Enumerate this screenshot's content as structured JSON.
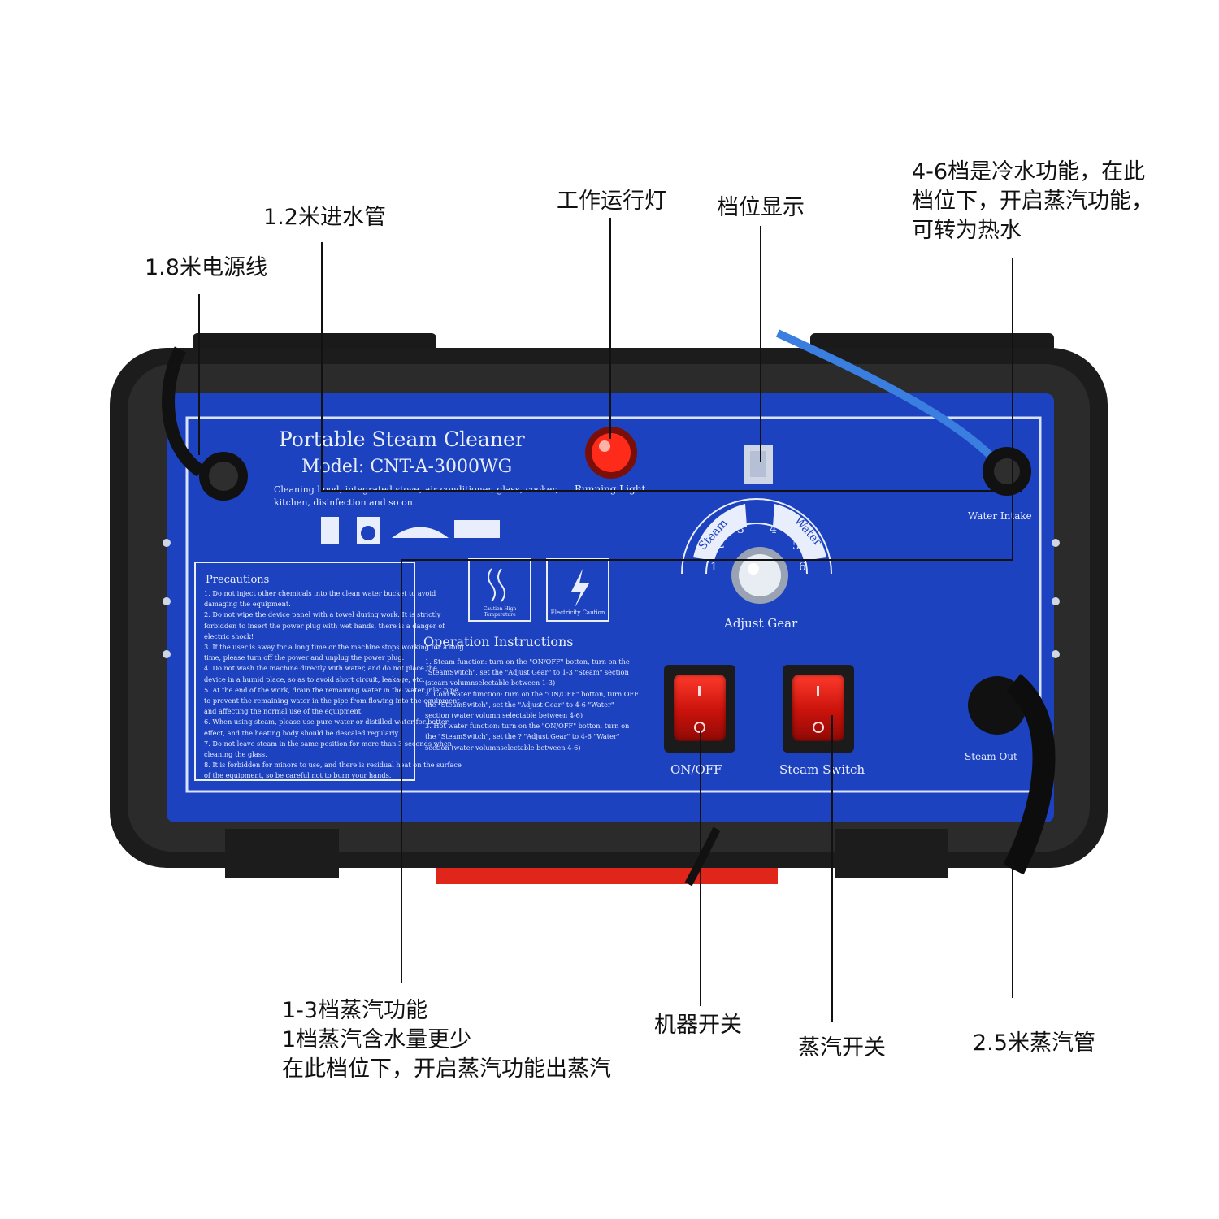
{
  "callouts": {
    "power_cord": "1.8米电源线",
    "water_pipe": "1.2米进水管",
    "running_light": "工作运行灯",
    "gear_display": "档位显示",
    "water_gear_note": [
      "4-6档是冷水功能，在此",
      "档位下，开启蒸汽功能，",
      "可转为热水"
    ],
    "steam_gear_note": [
      "1-3档蒸汽功能",
      "1档蒸汽含水量更少",
      "在此档位下，开启蒸汽功能出蒸汽"
    ],
    "machine_switch": "机器开关",
    "steam_switch": "蒸汽开关",
    "steam_hose": "2.5米蒸汽管"
  },
  "panel": {
    "title": "Portable Steam Cleaner",
    "model": "Model: CNT-A-3000WG",
    "description": [
      "Cleaning hood, integrated stove, air conditioner, glass, cooker,",
      "kitchen, disinfection and so on."
    ],
    "running_light_label": "Running Light",
    "water_intake_label": "Water Intake",
    "gear_dial": {
      "steam_label": "Steam",
      "water_label": "Water",
      "numbers": [
        "1",
        "2",
        "3",
        "4",
        "5",
        "6"
      ],
      "label": "Adjust Gear"
    },
    "caution_high_temp": "Caution High Temperature",
    "electricity_caution": "Electricity Caution",
    "precautions_title": "Precautions",
    "precautions": [
      "1. Do not inject other chemicals into the clean water bucket to avoid",
      "damaging the equipment.",
      "2. Do not wipe the device panel with a towel during work. It is strictly",
      "forbidden to insert the power plug with wet hands, there is a danger of",
      "electric shock!",
      "3. If the user is away for a long time or the machine stops working for a long",
      "time, please turn off the power and unplug the power plug.",
      "4. Do not wash the machine directly with water, and do not place the",
      "device in a humid place, so as to avoid short circuit, leakage, etc.",
      "5. At the end of the work, drain the remaining water in the water inlet pipe",
      "to prevent the remaining water in the pipe from flowing into the equipment",
      "and affecting the normal use of the equipment.",
      "6. When using steam, please use pure water or distilled water for better",
      "effect, and the heating body should be descaled regularly.",
      "7. Do not leave steam in the same position for more than 3 seconds when",
      "cleaning the glass.",
      "8. It is forbidden for minors to use, and there is residual heat on the surface",
      "of the equipment, so be careful not to burn your hands."
    ],
    "operation_title": "Operation Instructions",
    "operation": [
      "1. Steam function: turn on the \"ON/OFF\" botton, turn on the",
      "\"SteamSwitch\", set the \"Adjust Gear\" to 1-3 \"Steam\" section",
      "(steam volumnselectable between 1-3)",
      "",
      "2. Cold water function: turn on the \"ON/OFF\" botton, turn OFF",
      "the \"SteamSwitch\", set the \"Adjust Gear\" to 4-6 \"Water\"",
      "section (water volumn selectable between 4-6)",
      "3. Hot water function: turn on the \"ON/OFF\" botton, turn on",
      "the \"SteamSwitch\", set the ? \"Adjust Gear\" to 4-6 \"Water\"",
      "section (water volumnselectable between 4-6)"
    ],
    "on_off_label": "ON/OFF",
    "steam_switch_label": "Steam Switch",
    "steam_out_label": "Steam Out"
  },
  "colors": {
    "panel_blue": "#1d42c0",
    "case_black": "#1c1c1c",
    "switch_red": "#e0261a",
    "hose_blue": "#3a7fe0"
  }
}
